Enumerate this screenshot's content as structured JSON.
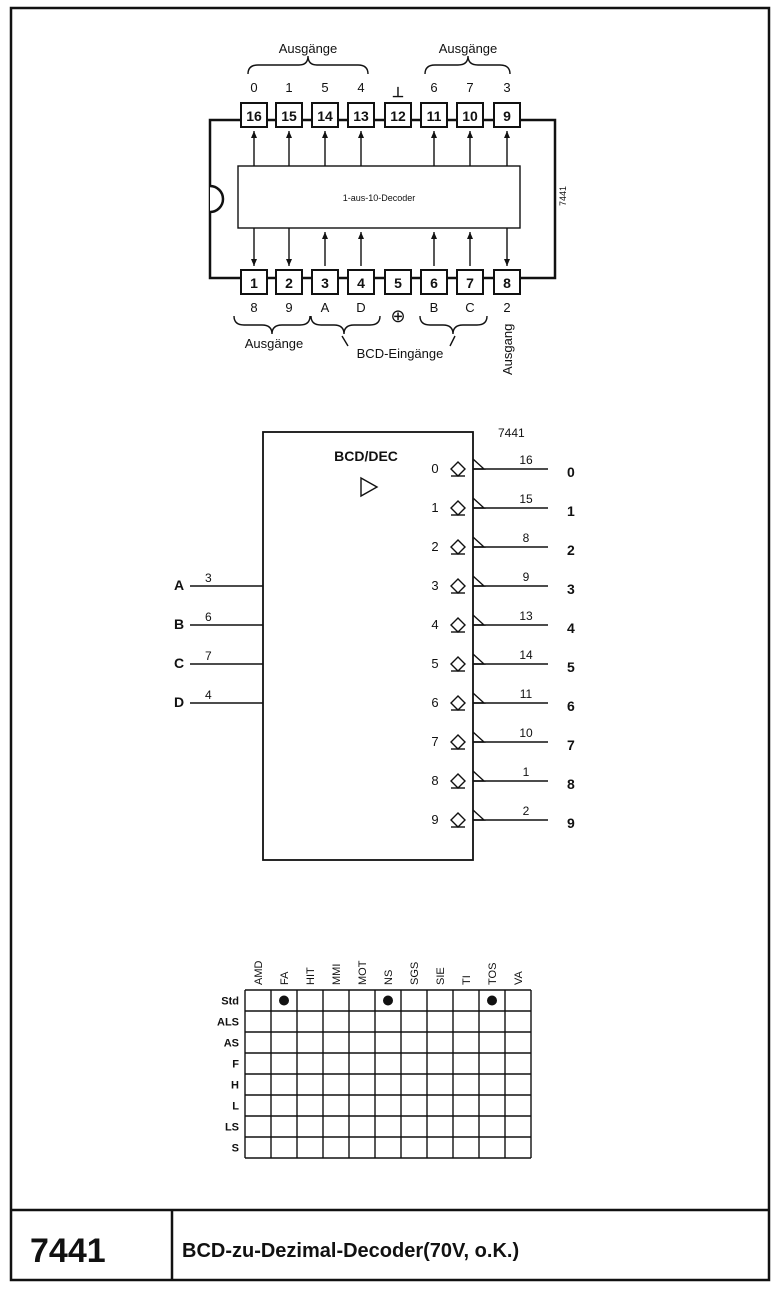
{
  "part_number": "7441",
  "footer": {
    "part_number": "7441",
    "title": "BCD-zu-Dezimal-Decoder(70V, o.K.)"
  },
  "pinout": {
    "part_label": "7441",
    "inner_label": "1-aus-10-Decoder",
    "top_group_left": "Ausgänge",
    "top_group_right": "Ausgänge",
    "bottom_group_left": "Ausgänge",
    "bottom_group_mid": "BCD-Eingänge",
    "bottom_right_vertical": "Ausgang",
    "ground_symbol": "⊥",
    "vcc_symbol": "⊕",
    "top_pins": [
      {
        "pin": "16",
        "label": "0"
      },
      {
        "pin": "15",
        "label": "1"
      },
      {
        "pin": "14",
        "label": "5"
      },
      {
        "pin": "13",
        "label": "4"
      },
      {
        "pin": "12",
        "label": ""
      },
      {
        "pin": "11",
        "label": "6"
      },
      {
        "pin": "10",
        "label": "7"
      },
      {
        "pin": "9",
        "label": "3"
      }
    ],
    "bottom_pins": [
      {
        "pin": "1",
        "label": "8"
      },
      {
        "pin": "2",
        "label": "9"
      },
      {
        "pin": "3",
        "label": "A"
      },
      {
        "pin": "4",
        "label": "D"
      },
      {
        "pin": "5",
        "label": ""
      },
      {
        "pin": "6",
        "label": "B"
      },
      {
        "pin": "7",
        "label": "C"
      },
      {
        "pin": "8",
        "label": "2"
      }
    ]
  },
  "logic": {
    "part_label": "7441",
    "box_title": "BCD/DEC",
    "inputs": [
      {
        "name": "A",
        "pin": "3"
      },
      {
        "name": "B",
        "pin": "6"
      },
      {
        "name": "C",
        "pin": "7"
      },
      {
        "name": "D",
        "pin": "4"
      }
    ],
    "outputs": [
      {
        "index": "0",
        "pin": "16",
        "name": "0"
      },
      {
        "index": "1",
        "pin": "15",
        "name": "1"
      },
      {
        "index": "2",
        "pin": "8",
        "name": "2"
      },
      {
        "index": "3",
        "pin": "9",
        "name": "3"
      },
      {
        "index": "4",
        "pin": "13",
        "name": "4"
      },
      {
        "index": "5",
        "pin": "14",
        "name": "5"
      },
      {
        "index": "6",
        "pin": "11",
        "name": "6"
      },
      {
        "index": "7",
        "pin": "10",
        "name": "7"
      },
      {
        "index": "8",
        "pin": "1",
        "name": "8"
      },
      {
        "index": "9",
        "pin": "2",
        "name": "9"
      }
    ]
  },
  "availability": {
    "manufacturers": [
      "AMD",
      "FA",
      "HIT",
      "MMI",
      "MOT",
      "NS",
      "SGS",
      "SIE",
      "TI",
      "TOS",
      "VA"
    ],
    "families": [
      "Std",
      "ALS",
      "AS",
      "F",
      "H",
      "L",
      "LS",
      "S"
    ],
    "marked": [
      {
        "family": "Std",
        "manufacturer": "FA"
      },
      {
        "family": "Std",
        "manufacturer": "NS"
      },
      {
        "family": "Std",
        "manufacturer": "TOS"
      }
    ]
  }
}
